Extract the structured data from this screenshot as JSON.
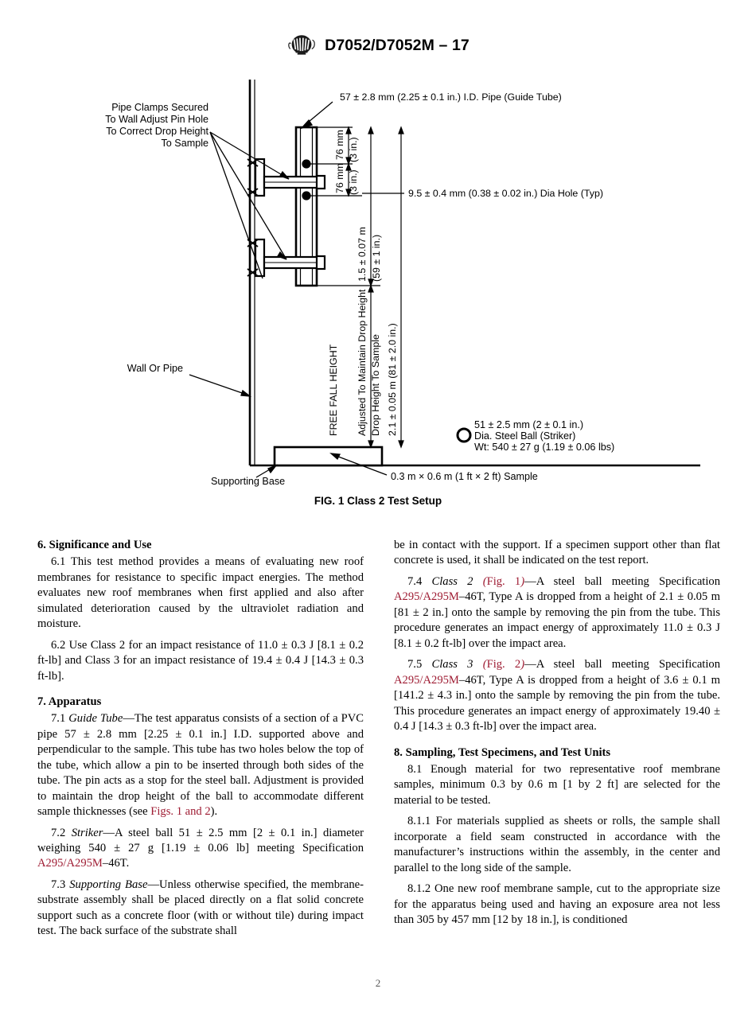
{
  "header": {
    "logo_name": "astm-logo",
    "title": "D7052/D7052M – 17"
  },
  "figure": {
    "caption": "FIG. 1 Class 2 Test Setup",
    "labels": {
      "clamps_line1": "Pipe Clamps Secured",
      "clamps_line2": "To Wall Adjust Pin Hole",
      "clamps_line3": "To Correct Drop Height",
      "clamps_line4": "To Sample",
      "guide_tube": "57 ± 2.8 mm (2.25 ± 0.1 in.) I.D. Pipe (Guide Tube)",
      "dia_hole": "9.5 ± 0.4 mm (0.38 ± 0.02 in.) Dia Hole (Typ)",
      "spacing_76_a_mm": "76 mm",
      "spacing_76_a_in": "(3 in.)",
      "spacing_76_b_mm": "76 mm",
      "spacing_76_b_in": "(3 in.)",
      "tube_len_m": "1.5 ± 0.07 m",
      "tube_len_in": "(59 ± 1 in.)",
      "free_fall_height": "FREE FALL HEIGHT",
      "adjusted_line1": "Adjusted To Maintain Drop Height",
      "adjusted_line2": "Drop Height To Sample",
      "drop_height": "2.1 ± 0.05 m (81 ± 2.0 in.)",
      "wall_or_pipe": "Wall Or Pipe",
      "supporting_base": "Supporting Base",
      "sample": "0.3 m × 0.6 m (1 ft × 2 ft) Sample",
      "ball_line1": "51 ± 2.5 mm (2 ± 0.1 in.)",
      "ball_line2": "Dia. Steel Ball (Striker)",
      "ball_line3": "Wt: 540 ± 27 g (1.19 ± 0.06 lbs)"
    }
  },
  "left_column": {
    "section6_heading": "6.  Significance and Use",
    "para_6_1": "6.1  This test method provides a means of evaluating new roof membranes for resistance to specific impact energies. The method evaluates new roof membranes when first applied and also after simulated deterioration caused by the ultraviolet radiation and moisture.",
    "para_6_2": "6.2  Use Class 2 for an impact resistance of 11.0 ± 0.3 J [8.1 ± 0.2 ft-lb] and Class 3 for an impact resistance of 19.4 ± 0.4 J [14.3 ± 0.3 ft-lb].",
    "section7_heading": "7.  Apparatus",
    "para_7_1_num": "7.1 ",
    "para_7_1_term": "Guide Tube",
    "para_7_1_text": "—The test apparatus consists of a section of a PVC pipe 57 ± 2.8 mm [2.25 ± 0.1 in.] I.D. supported above and perpendicular to the sample. This tube has two holes below the top of the tube, which allow a pin to be inserted through both sides of the tube. The pin acts as a stop for the steel ball. Adjustment is provided to maintain the drop height of the ball to accommodate different sample thicknesses (see ",
    "para_7_1_link": "Figs. 1 and 2",
    "para_7_1_tail": ").",
    "para_7_2_num": "7.2 ",
    "para_7_2_term": "Striker",
    "para_7_2_text": "—A steel ball 51 ± 2.5 mm [2 ± 0.1 in.] diameter weighing 540 ± 27 g [1.19 ± 0.06 lb] meeting Specification ",
    "para_7_2_link": "A295/A295M",
    "para_7_2_tail": "–46T.",
    "para_7_3_num": "7.3 ",
    "para_7_3_term": "Supporting Base",
    "para_7_3_text": "—Unless otherwise specified, the membrane-substrate assembly shall be placed directly on a flat solid concrete support such as a concrete floor (with or without tile) during impact test. The back surface of the substrate shall"
  },
  "right_column": {
    "para_7_3_cont": "be in contact with the support. If a specimen support other than flat concrete is used, it shall be indicated on the test report.",
    "para_7_4_num": "7.4 ",
    "para_7_4_term": "Class 2",
    "para_7_4_fig_open": " (",
    "para_7_4_fig": "Fig. 1",
    "para_7_4_fig_close": ")",
    "para_7_4_link": "A295/A295M",
    "para_7_4_text_a": "—A steel ball meeting Specification ",
    "para_7_4_text_b": "–46T, Type A is dropped from a height of 2.1 ± 0.05 m [81 ± 2 in.] onto the sample by removing the pin from the tube. This procedure generates an impact energy of approximately 11.0 ± 0.3 J [8.1 ± 0.2 ft-lb] over the impact area.",
    "para_7_5_num": "7.5 ",
    "para_7_5_term": "Class 3",
    "para_7_5_fig_open": " (",
    "para_7_5_fig": "Fig. 2",
    "para_7_5_fig_close": ")",
    "para_7_5_link": "A295/A295M",
    "para_7_5_text_a": "—A steel ball meeting Specification ",
    "para_7_5_text_b": "–46T, Type A is dropped from a height of 3.6 ± 0.1 m [141.2 ± 4.3 in.] onto the sample by removing the pin from the tube. This procedure generates an impact energy of approximately 19.40 ± 0.4 J [14.3 ± 0.3 ft-lb] over the impact area.",
    "section8_heading": "8.  Sampling, Test Specimens, and Test Units",
    "para_8_1": "8.1  Enough material for two representative roof membrane samples, minimum 0.3 by 0.6 m [1 by 2 ft] are selected for the material to be tested.",
    "para_8_1_1": "8.1.1  For materials supplied as sheets or rolls, the sample shall incorporate a field seam constructed in accordance with the manufacturer’s instructions within the assembly, in the center and parallel to the long side of the sample.",
    "para_8_1_2": "8.1.2  One new roof membrane sample, cut to the appropriate size for the apparatus being used and having an exposure area not less than 305 by 457 mm [12 by 18 in.], is conditioned"
  },
  "footer": {
    "page_number": "2"
  },
  "colors": {
    "link_red": "#9e1b32",
    "text_black": "#000000",
    "page_background": "#ffffff"
  }
}
